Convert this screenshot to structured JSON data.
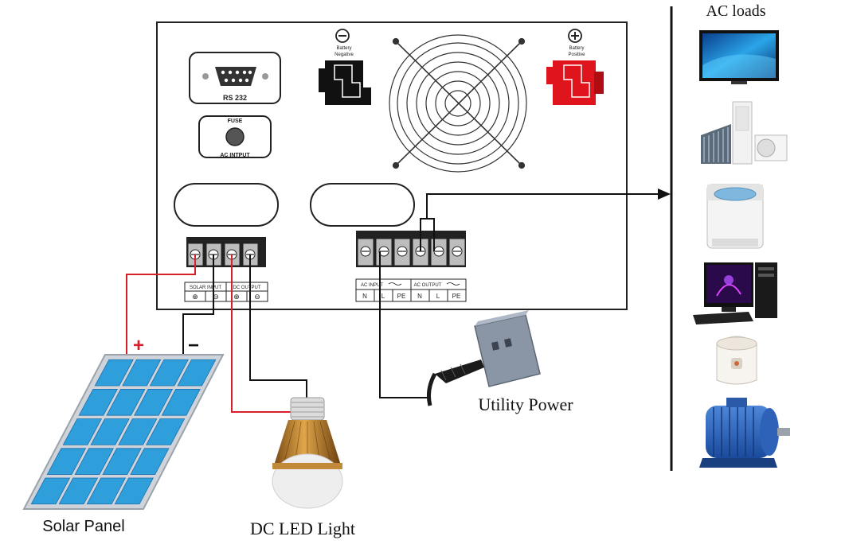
{
  "inverter": {
    "rs232_label": "RS 232",
    "fuse_label": "FUSE",
    "ac_input_port_label": "AC INTPUT",
    "battery_negative": {
      "symbol": "⊖",
      "line1": "Battery",
      "line2": "Negative"
    },
    "battery_positive": {
      "symbol": "⊕",
      "line1": "Battery",
      "line2": "Positive"
    },
    "dc_terminal": {
      "solar_input_label": "SOLAR INPUT",
      "dc_output_label": "DC OUTPUT",
      "polarity": [
        "⊕",
        "⊖",
        "⊕",
        "⊖"
      ]
    },
    "ac_terminal": {
      "ac_input_label": "AC INPUT",
      "ac_output_label": "AC OUTPUT",
      "pins": [
        "N",
        "L",
        "PE",
        "N",
        "L",
        "PE"
      ]
    }
  },
  "solar_panel": {
    "label": "Solar Panel",
    "plus": "+",
    "minus": "−"
  },
  "dc_led_light": {
    "label": "DC LED Light"
  },
  "utility_power": {
    "label": "Utility Power"
  },
  "ac_loads": {
    "title": "AC loads",
    "items": [
      "television",
      "solar-water-heater-and-air-conditioner",
      "washing-machine",
      "desktop-computer",
      "rice-cooker",
      "electric-motor"
    ]
  },
  "colors": {
    "positive_wire": "#d8202a",
    "negative_wire": "#111111",
    "battery_positive_terminal": "#e0141c",
    "solar_cell": "#2f9fdc",
    "panel_frame": "#cfd4da",
    "bulb_base": "#b87a2a"
  }
}
